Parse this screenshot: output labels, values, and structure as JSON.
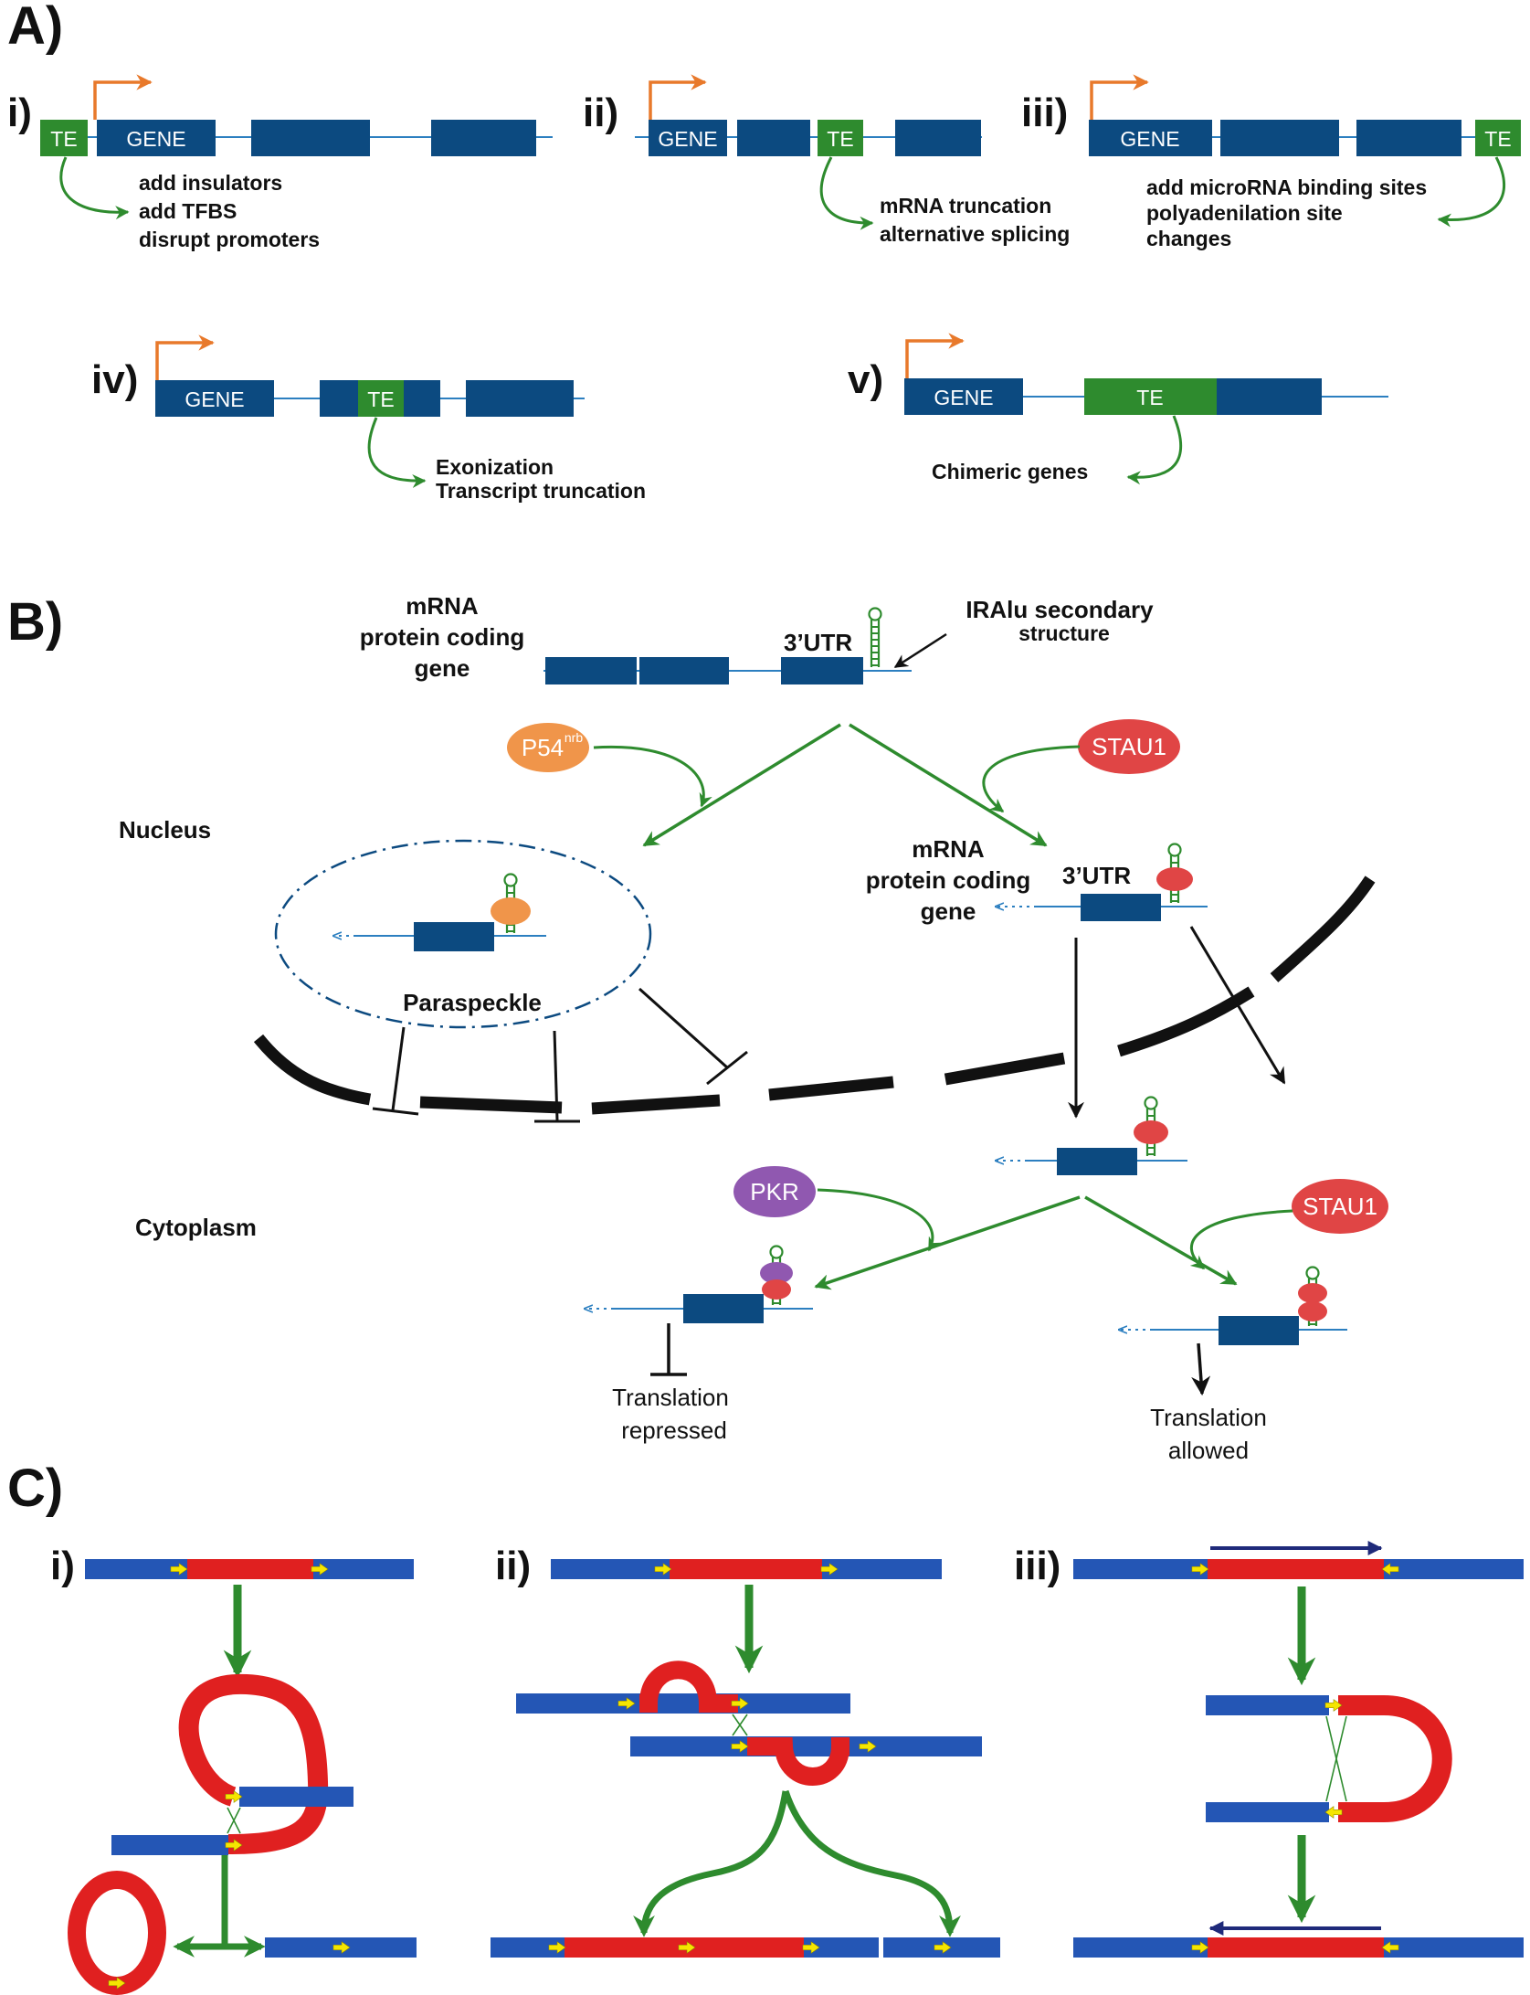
{
  "colors": {
    "exon": "#0c4a80",
    "te": "#2e8b2e",
    "promoter": "#e8792b",
    "intron": "#2c7fc0",
    "green_arrow": "#2e8b2e",
    "blue_bar": "#2456b5",
    "red_te": "#e02020",
    "yellow_arrow": "#f5e600",
    "p54": "#f0954a",
    "stau1": "#e04545",
    "pkr": "#9058b0"
  },
  "panel_a": {
    "label": "A)",
    "i": {
      "roman": "i)",
      "te": "TE",
      "gene": "GENE",
      "lines": [
        "add insulators",
        "add TFBS",
        "disrupt promoters"
      ]
    },
    "ii": {
      "roman": "ii)",
      "te": "TE",
      "gene": "GENE",
      "lines": [
        "mRNA truncation",
        "alternative splicing"
      ]
    },
    "iii": {
      "roman": "iii)",
      "te": "TE",
      "gene": "GENE",
      "lines": [
        "add microRNA binding sites",
        "polyadenilation site",
        "changes"
      ]
    },
    "iv": {
      "roman": "iv)",
      "te": "TE",
      "gene": "GENE",
      "lines": [
        "Exonization",
        "Transcript truncation"
      ]
    },
    "v": {
      "roman": "v)",
      "te": "TE",
      "gene": "GENE",
      "lines": [
        "Chimeric genes"
      ]
    }
  },
  "panel_b": {
    "label": "B)",
    "mrna_top": [
      "mRNA",
      "protein coding",
      "gene"
    ],
    "utr_top": "3’UTR",
    "iralu": [
      "IRAlu secondary",
      "structure"
    ],
    "p54": "P54",
    "p54_sup": "nrb",
    "stau1_top": "STAU1",
    "nucleus": "Nucleus",
    "mrna_right": [
      "mRNA",
      "protein coding",
      "gene"
    ],
    "utr_right": "3’UTR",
    "paraspeckle": "Paraspeckle",
    "cytoplasm": "Cytoplasm",
    "pkr": "PKR",
    "stau1_bottom": "STAU1",
    "repressed": [
      "Translation",
      "repressed"
    ],
    "allowed": [
      "Translation",
      "allowed"
    ]
  },
  "panel_c": {
    "label": "C)",
    "i": "i)",
    "ii": "ii)",
    "iii": "iii)"
  }
}
